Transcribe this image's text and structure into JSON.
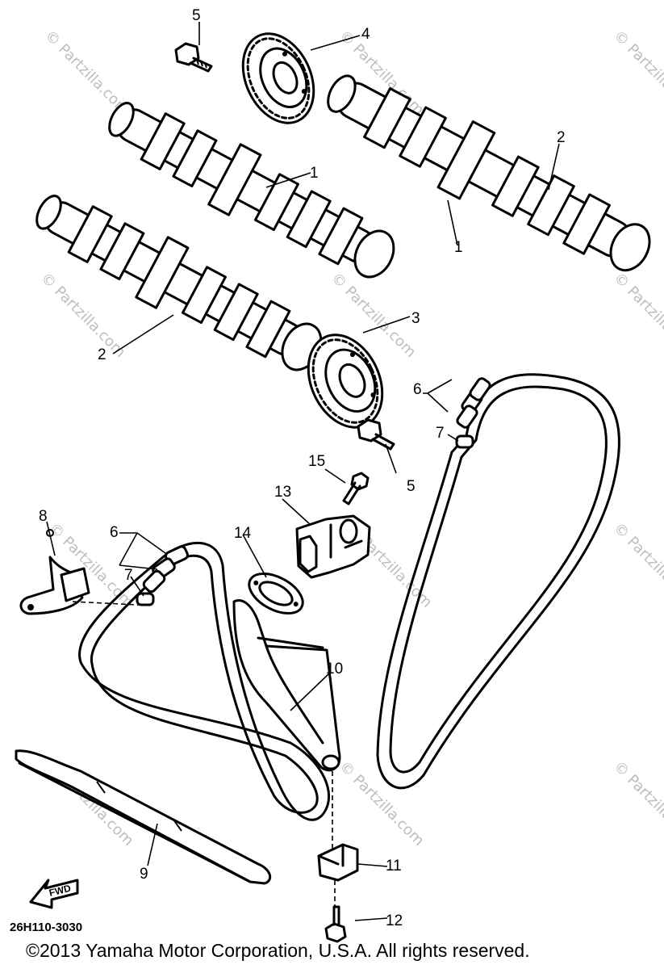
{
  "diagram": {
    "part_code": "26H110-3030",
    "copyright": "©2013  Yamaha Motor Corporation, U.S.A. All rights reserved.",
    "watermark": "© Partzilla.com",
    "fwd_label": "FWD",
    "callouts": [
      {
        "id": "callout-1a",
        "text": "1"
      },
      {
        "id": "callout-1b",
        "text": "1"
      },
      {
        "id": "callout-2a",
        "text": "2"
      },
      {
        "id": "callout-2b",
        "text": "2"
      },
      {
        "id": "callout-3",
        "text": "3"
      },
      {
        "id": "callout-4",
        "text": "4"
      },
      {
        "id": "callout-5a",
        "text": "5"
      },
      {
        "id": "callout-5b",
        "text": "5"
      },
      {
        "id": "callout-6a",
        "text": "6"
      },
      {
        "id": "callout-6b",
        "text": "6"
      },
      {
        "id": "callout-7a",
        "text": "7"
      },
      {
        "id": "callout-7b",
        "text": "7"
      },
      {
        "id": "callout-8",
        "text": "8"
      },
      {
        "id": "callout-9",
        "text": "9"
      },
      {
        "id": "callout-10",
        "text": "10"
      },
      {
        "id": "callout-11",
        "text": "11"
      },
      {
        "id": "callout-12",
        "text": "12"
      },
      {
        "id": "callout-13",
        "text": "13"
      },
      {
        "id": "callout-14",
        "text": "14"
      },
      {
        "id": "callout-15",
        "text": "15"
      }
    ]
  }
}
